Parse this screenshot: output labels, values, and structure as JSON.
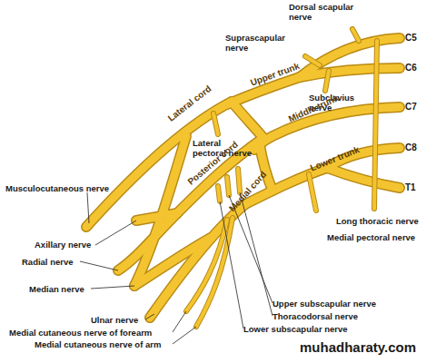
{
  "diagram": {
    "labels": [
      "Dorsal scapular nerve",
      "C5",
      "Suprascapular nerve",
      "C6",
      "Upper trunk",
      "Subclavius nerve",
      "C7",
      "Lateral cord",
      "Middle trunk",
      "Lateral pectoral nerve",
      "Musculocutaneous nerve",
      "C8",
      "Posterior cord",
      "Lower trunk",
      "Medial cord",
      "T1",
      "Axillary nerve",
      "Long thoracic nerve",
      "Medial pectoral nerve",
      "Radial nerve",
      "Median nerve",
      "Upper subscapular nerve",
      "Thoracodorsal nerve",
      "Ulnar nerve",
      "Lower subscapular nerve",
      "Medial cutaneous nerve of forearm",
      "Medial cutaneous nerve of arm",
      "muhadharaty.com"
    ]
  }
}
